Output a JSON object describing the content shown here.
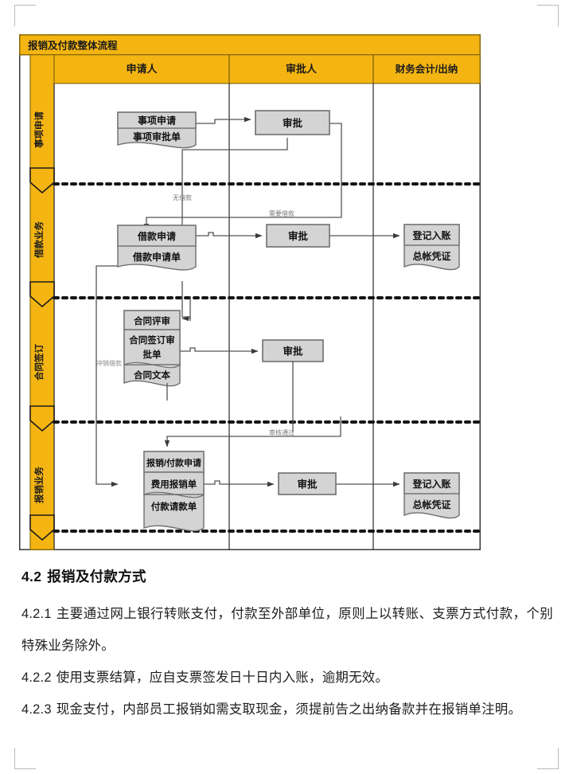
{
  "colors": {
    "lane_yellow": "#F4B512",
    "lane_border": "#8a6a07",
    "box_fill": "#D4D4D4",
    "box_border": "#6f6f6f",
    "connector": "#555555",
    "table_border": "#3a3a3a",
    "label_gray": "#777777"
  },
  "diagram": {
    "title": "报销及付款整体流程",
    "columns": [
      {
        "id": "applicant",
        "label": "申请人"
      },
      {
        "id": "approver",
        "label": "审批人"
      },
      {
        "id": "finance",
        "label": "财务会计/出纳"
      }
    ],
    "lanes": [
      {
        "id": "lane-matter",
        "label": "事项申请"
      },
      {
        "id": "lane-loan",
        "label": "借款业务"
      },
      {
        "id": "lane-contract",
        "label": "合同签订"
      },
      {
        "id": "lane-expense",
        "label": "报销业务"
      }
    ],
    "nodes": [
      {
        "id": "n-matter-apply",
        "lane": "lane-matter",
        "column": "applicant",
        "shape": "doc-stack",
        "lines": [
          "事项申请",
          "事项审批单"
        ]
      },
      {
        "id": "n-matter-approve",
        "lane": "lane-matter",
        "column": "approver",
        "shape": "process",
        "lines": [
          "审批"
        ]
      },
      {
        "id": "n-loan-apply",
        "lane": "lane-loan",
        "column": "applicant",
        "shape": "doc-stack",
        "lines": [
          "借款申请",
          "借款申请单"
        ]
      },
      {
        "id": "n-loan-approve",
        "lane": "lane-loan",
        "column": "approver",
        "shape": "process",
        "lines": [
          "审批"
        ]
      },
      {
        "id": "n-loan-register",
        "lane": "lane-loan",
        "column": "finance",
        "shape": "doc-stack",
        "lines": [
          "登记入账",
          "总帐凭证"
        ]
      },
      {
        "id": "n-contract-review",
        "lane": "lane-contract",
        "column": "applicant",
        "shape": "doc-stack3",
        "lines": [
          "合同评审",
          "合同签订审",
          "批单",
          "合同文本"
        ]
      },
      {
        "id": "n-contract-approve",
        "lane": "lane-contract",
        "column": "approver",
        "shape": "process",
        "lines": [
          "审批"
        ]
      },
      {
        "id": "n-expense-apply",
        "lane": "lane-expense",
        "column": "applicant",
        "shape": "doc-stack3",
        "lines": [
          "报销/付款申请",
          "费用报销单",
          "付款请款单"
        ]
      },
      {
        "id": "n-expense-approve",
        "lane": "lane-expense",
        "column": "approver",
        "shape": "process",
        "lines": [
          "审批"
        ]
      },
      {
        "id": "n-expense-register",
        "lane": "lane-expense",
        "column": "finance",
        "shape": "doc-stack",
        "lines": [
          "登记入账",
          "总帐凭证"
        ]
      }
    ],
    "edge_labels": [
      {
        "id": "lbl-no-loan",
        "text": "无借款"
      },
      {
        "id": "lbl-need-loan",
        "text": "需要借款"
      },
      {
        "id": "lbl-offset-loan",
        "text": "冲销借款"
      },
      {
        "id": "lbl-audit-passed",
        "text": "审核通过"
      }
    ]
  },
  "content": {
    "section": {
      "number": "4.2",
      "title": "报销及付款方式"
    },
    "paragraphs": [
      {
        "number": "4.2.1",
        "text": "主要通过网上银行转账支付，付款至外部单位，原则上以转账、支票方式付款，个别特殊业务除外。"
      },
      {
        "number": "4.2.2",
        "text": "使用支票结算，应自支票签发日十日内入账，逾期无效。"
      },
      {
        "number": "4.2.3",
        "text": "现金支付，内部员工报销如需支取现金，须提前告之出纳备款并在报销单注明。"
      }
    ]
  }
}
